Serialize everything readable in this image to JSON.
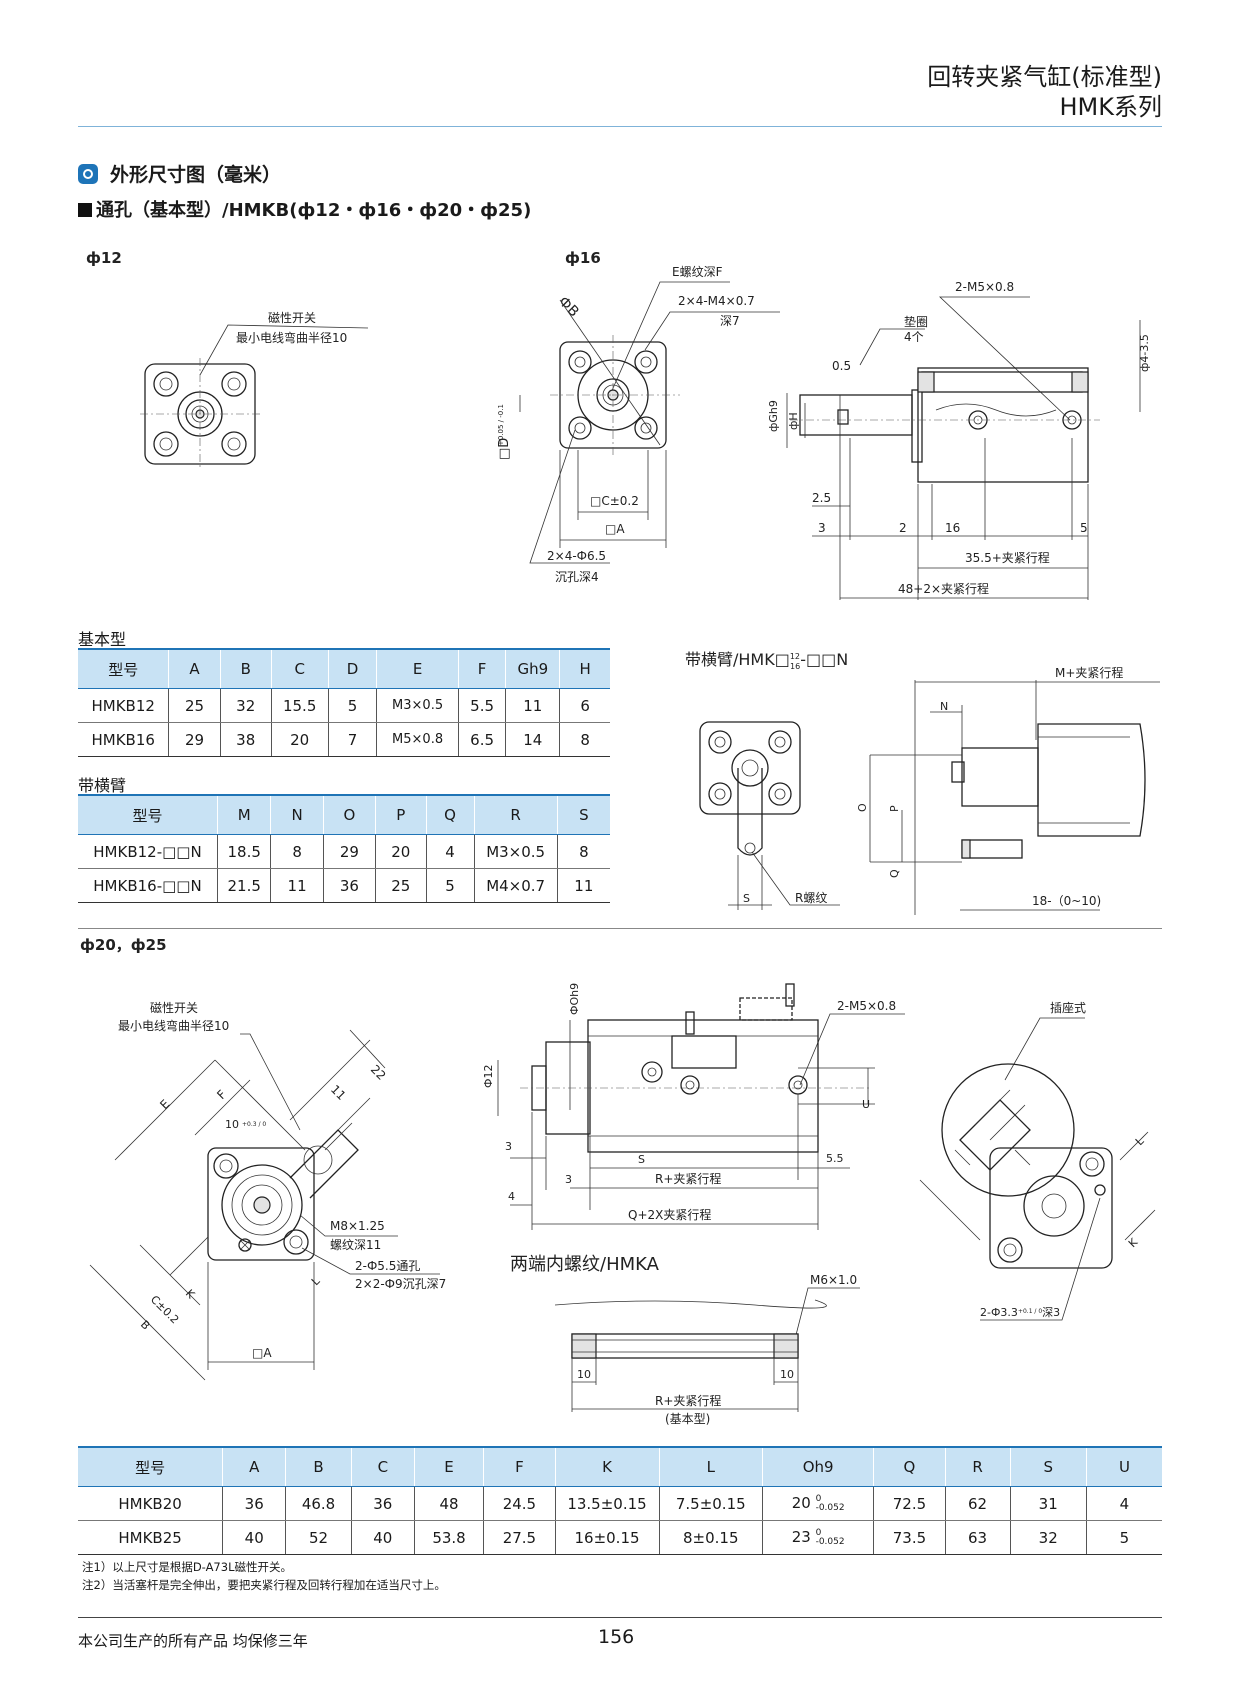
{
  "header": {
    "title_line1": "回转夹紧气缸(标准型)",
    "title_line2": "HMK系列"
  },
  "section": {
    "title": "外形尺寸图（毫米）",
    "subtitle": "通孔（基本型）/HMKB(ф12・ф16・ф20・ф25)"
  },
  "drawing1": {
    "label_12": "ф12",
    "label_16": "ф16",
    "mag_switch": "磁性开关",
    "cable_radius": "最小电线弯曲半径10",
    "e_thread": "E螺纹深F",
    "m4": "2×4-M4×0.7",
    "depth7": "深7",
    "phi_b": "ФB",
    "d_tol": "□D",
    "d_tol_frac": "+0.05 / -0.1",
    "c_tol": "□C±0.2",
    "a_sq": "□A",
    "hole65": "2×4-Ф6.5",
    "counter4": "沉孔深4",
    "m5": "2-M5×0.8",
    "washer": "垫圈",
    "washer_qty": "4个",
    "phi435": "ф4-3.5",
    "d05": "0.5",
    "gh9": "фGh9",
    "h": "фH",
    "d25": "2.5",
    "d3": "3",
    "d2": "2",
    "d16": "16",
    "d5": "5",
    "stroke355": "35.5+夹紧行程",
    "stroke48": "48+2×夹紧行程"
  },
  "table_basic": {
    "caption": "基本型",
    "headers": [
      "型号",
      "A",
      "B",
      "C",
      "D",
      "E",
      "F",
      "Gh9",
      "H"
    ],
    "rows": [
      [
        "HMKB12",
        "25",
        "32",
        "15.5",
        "5",
        "M3×0.5",
        "5.5",
        "11",
        "6"
      ],
      [
        "HMKB16",
        "29",
        "38",
        "20",
        "7",
        "M5×0.8",
        "6.5",
        "14",
        "8"
      ]
    ]
  },
  "table_arm": {
    "caption": "带横臂",
    "headers": [
      "型号",
      "M",
      "N",
      "O",
      "P",
      "Q",
      "R",
      "S"
    ],
    "rows": [
      [
        "HMKB12-□□N",
        "18.5",
        "8",
        "29",
        "20",
        "4",
        "M3×0.5",
        "8"
      ],
      [
        "HMKB16-□□N",
        "21.5",
        "11",
        "36",
        "25",
        "5",
        "M4×0.7",
        "11"
      ]
    ]
  },
  "drawing_arm": {
    "title": "带横臂/HMK□",
    "title_sup": "12",
    "title_sub": "16",
    "title_tail": "-□□N",
    "m_stroke": "M+夹紧行程",
    "n": "N",
    "o": "O",
    "p": "P",
    "q": "Q",
    "s": "S",
    "r_thread": "R螺纹",
    "stroke18": "18-（0~10)"
  },
  "drawing2": {
    "label_2025": "ф20，ф25",
    "mag_switch": "磁性开关",
    "cable_radius": "最小电线弯曲半径10",
    "e": "E",
    "f": "F",
    "d22": "22",
    "d11": "11",
    "d10": "10",
    "d10_tol": "+0.3 / 0",
    "m8": "M8×1.25",
    "depth11": "螺纹深11",
    "hole55": "2-Ф5.5通孔",
    "counter9": "2×2-Ф9沉孔深7",
    "c_tol": "C±0.2",
    "k": "K",
    "b": "B",
    "l": "L",
    "a_sq": "□A",
    "oh9": "ФOh9",
    "m5": "2-M5×0.8",
    "phi12": "Ф12",
    "u": "U",
    "d3": "3",
    "d4": "4",
    "s": "S",
    "d55": "5.5",
    "r_stroke": "R+夹紧行程",
    "q_stroke": "Q+2X夹紧行程",
    "socket": "插座式",
    "hole33": "2-Ф3.3",
    "hole33_tol": "+0.1 / 0",
    "depth3": "深3",
    "hmka_title": "两端内螺纹/HMKA",
    "m6": "M6×1.0",
    "d10b": "10",
    "d10c": "10",
    "r_stroke_basic": "R+夹紧行程",
    "basic": "(基本型)"
  },
  "table_large": {
    "headers": [
      "型号",
      "A",
      "B",
      "C",
      "E",
      "F",
      "K",
      "L",
      "Oh9",
      "Q",
      "R",
      "S",
      "U"
    ],
    "rows": [
      {
        "model": "HMKB20",
        "a": "36",
        "b": "46.8",
        "c": "36",
        "e": "48",
        "f": "24.5",
        "k": "13.5±0.15",
        "l": "7.5±0.15",
        "oh9": "20",
        "oh9_up": "0",
        "oh9_low": "-0.052",
        "q": "72.5",
        "r": "62",
        "s": "31",
        "u": "4"
      },
      {
        "model": "HMKB25",
        "a": "40",
        "b": "52",
        "c": "40",
        "e": "53.8",
        "f": "27.5",
        "k": "16±0.15",
        "l": "8±0.15",
        "oh9": "23",
        "oh9_up": "0",
        "oh9_low": "-0.052",
        "q": "73.5",
        "r": "63",
        "s": "32",
        "u": "5"
      }
    ]
  },
  "notes": {
    "note1": "注1）以上尺寸是根据D-A73L磁性开关。",
    "note2": "注2）当活塞杆是完全伸出，要把夹紧行程及回转行程加在适当尺寸上。"
  },
  "footer": {
    "warranty": "本公司生产的所有产品 均保修三年",
    "page": "156"
  }
}
